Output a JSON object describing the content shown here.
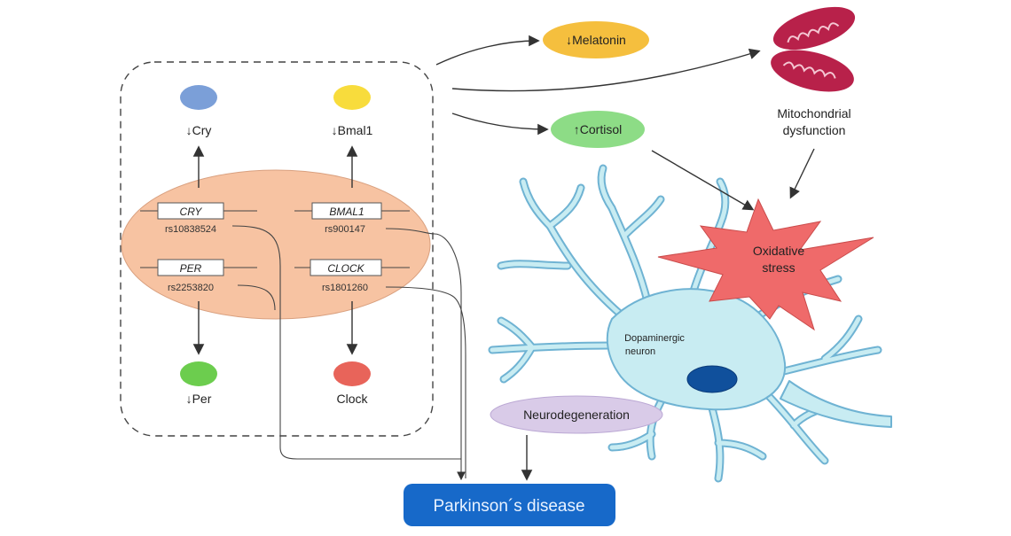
{
  "clock_genes": {
    "cry": {
      "gene": "CRY",
      "snp": "rs10838524",
      "output": "↓Cry"
    },
    "bmal1": {
      "gene": "BMAL1",
      "snp": "rs900147",
      "output": "↓Bmal1"
    },
    "per": {
      "gene": "PER",
      "snp": "rs2253820",
      "output": "↓Per"
    },
    "clock": {
      "gene": "CLOCK",
      "snp": "rs1801260",
      "output": "Clock"
    }
  },
  "effects": {
    "melatonin": "↓Melatonin",
    "cortisol": "↑Cortisol",
    "mitochondria_line1": "Mitochondrial",
    "mitochondria_line2": "dysfunction",
    "stress_line1": "Oxidative",
    "stress_line2": "stress",
    "neuron_line1": "Dopaminergic",
    "neuron_line2": "neuron",
    "neurodegeneration": "Neurodegeneration",
    "disease": "Parkinson´s disease"
  },
  "colors": {
    "cry": "#7b9fd8",
    "bmal1": "#f8dc3c",
    "per": "#6ccd4e",
    "clock": "#e8645a",
    "gene_blob": "#f7c3a2",
    "melatonin": "#f5bf3e",
    "cortisol": "#8ddc86",
    "neuron": "#c8ecf2",
    "neuron_outline": "#6fb3d3",
    "nucleus": "#10509c",
    "stress": "#ef6a6a",
    "mitochondria": "#b8214a",
    "neurodegeneration": "#d9cbe8",
    "disease": "#1769c9"
  }
}
